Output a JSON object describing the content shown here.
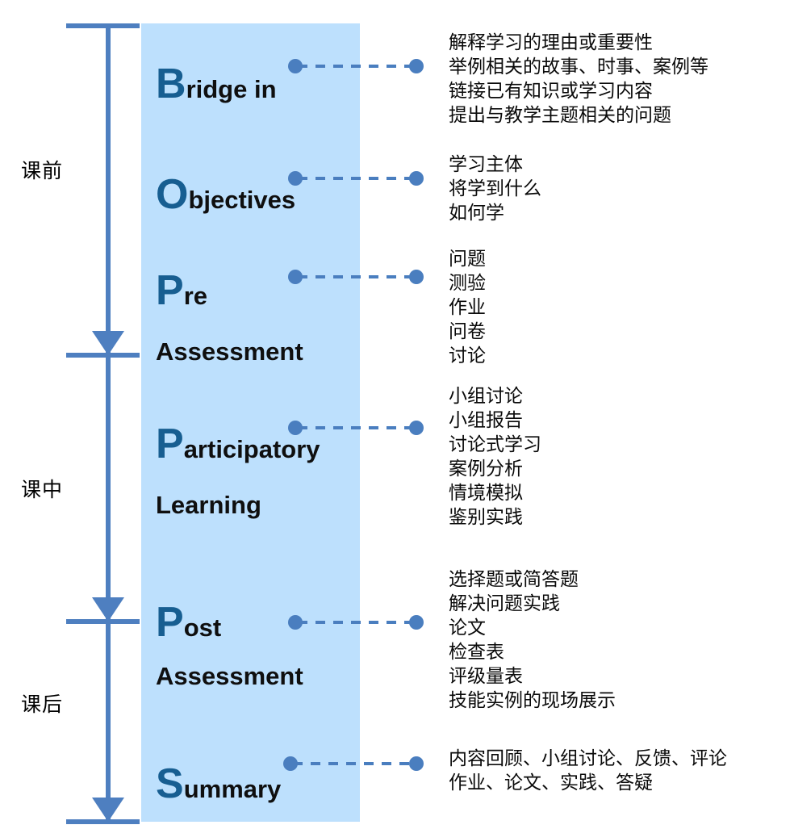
{
  "colors": {
    "panel_fill": "#BDE0FD",
    "axis_blue": "#4E7FC0",
    "dot_blue": "#4A7EBF",
    "capital_blue": "#175E91",
    "text_black": "#0A0A0A"
  },
  "timeline": {
    "phases": [
      {
        "label": "课前",
        "name": "pre-class"
      },
      {
        "label": "课中",
        "name": "in-class"
      },
      {
        "label": "课后",
        "name": "post-class"
      }
    ]
  },
  "stages": [
    {
      "id": "bridge-in",
      "capital": "B",
      "rest": "ridge in",
      "second_line": "",
      "details": [
        "解释学习的理由或重要性",
        "举例相关的故事、时事、案例等",
        "链接已有知识或学习内容",
        "提出与教学主题相关的问题"
      ]
    },
    {
      "id": "objectives",
      "capital": "O",
      "rest": "bjectives",
      "second_line": "",
      "details": [
        "学习主体",
        "将学到什么",
        "如何学"
      ]
    },
    {
      "id": "pre-assessment",
      "capital": "P",
      "rest": "re",
      "second_line": "Assessment",
      "details": [
        "问题",
        "测验",
        "作业",
        "问卷",
        "讨论"
      ]
    },
    {
      "id": "participatory-learning",
      "capital": "P",
      "rest": "articipatory",
      "second_line": "Learning",
      "details": [
        "小组讨论",
        "小组报告",
        "讨论式学习",
        "案例分析",
        "情境模拟",
        "鉴别实践"
      ]
    },
    {
      "id": "post-assessment",
      "capital": "P",
      "rest": "ost",
      "second_line": "Assessment",
      "details": [
        "选择题或简答题",
        "解决问题实践",
        "论文",
        "检查表",
        "评级量表",
        "技能实例的现场展示"
      ]
    },
    {
      "id": "summary",
      "capital": "S",
      "rest": "ummary",
      "second_line": "",
      "details": [
        "内容回顾、小组讨论、反馈、评论",
        "作业、论文、实践、答疑"
      ]
    }
  ]
}
